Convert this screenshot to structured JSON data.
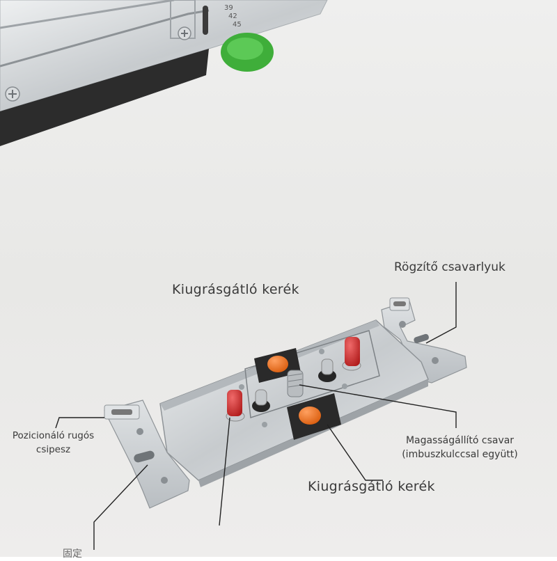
{
  "labels": {
    "anti_jump_wheel_top": "Kiugrásgátló kerék",
    "mounting_screw_holes": "Rögzítő csavarlyuk",
    "positioning_spring_clip_line1": "Pozicionáló rugós",
    "positioning_spring_clip_line2": "csipesz",
    "height_adjust_screw_line1": "Magasságállító csavar",
    "height_adjust_screw_line2": "(imbuszkulccsal együtt)",
    "anti_jump_wheel_bottom": "Kiugrásgátló kerék",
    "bottom_partial": "固定"
  },
  "scale_marks": [
    "39",
    "42",
    "45"
  ],
  "colors": {
    "background": "#ecebea",
    "text": "#3a3a3a",
    "metal": "#cfd2d4",
    "dark_bar": "#2e2e2e",
    "green_wheel": "#3fae3a",
    "orange_wheel": "#ee6a10",
    "red_pin": "#d42a2a"
  }
}
